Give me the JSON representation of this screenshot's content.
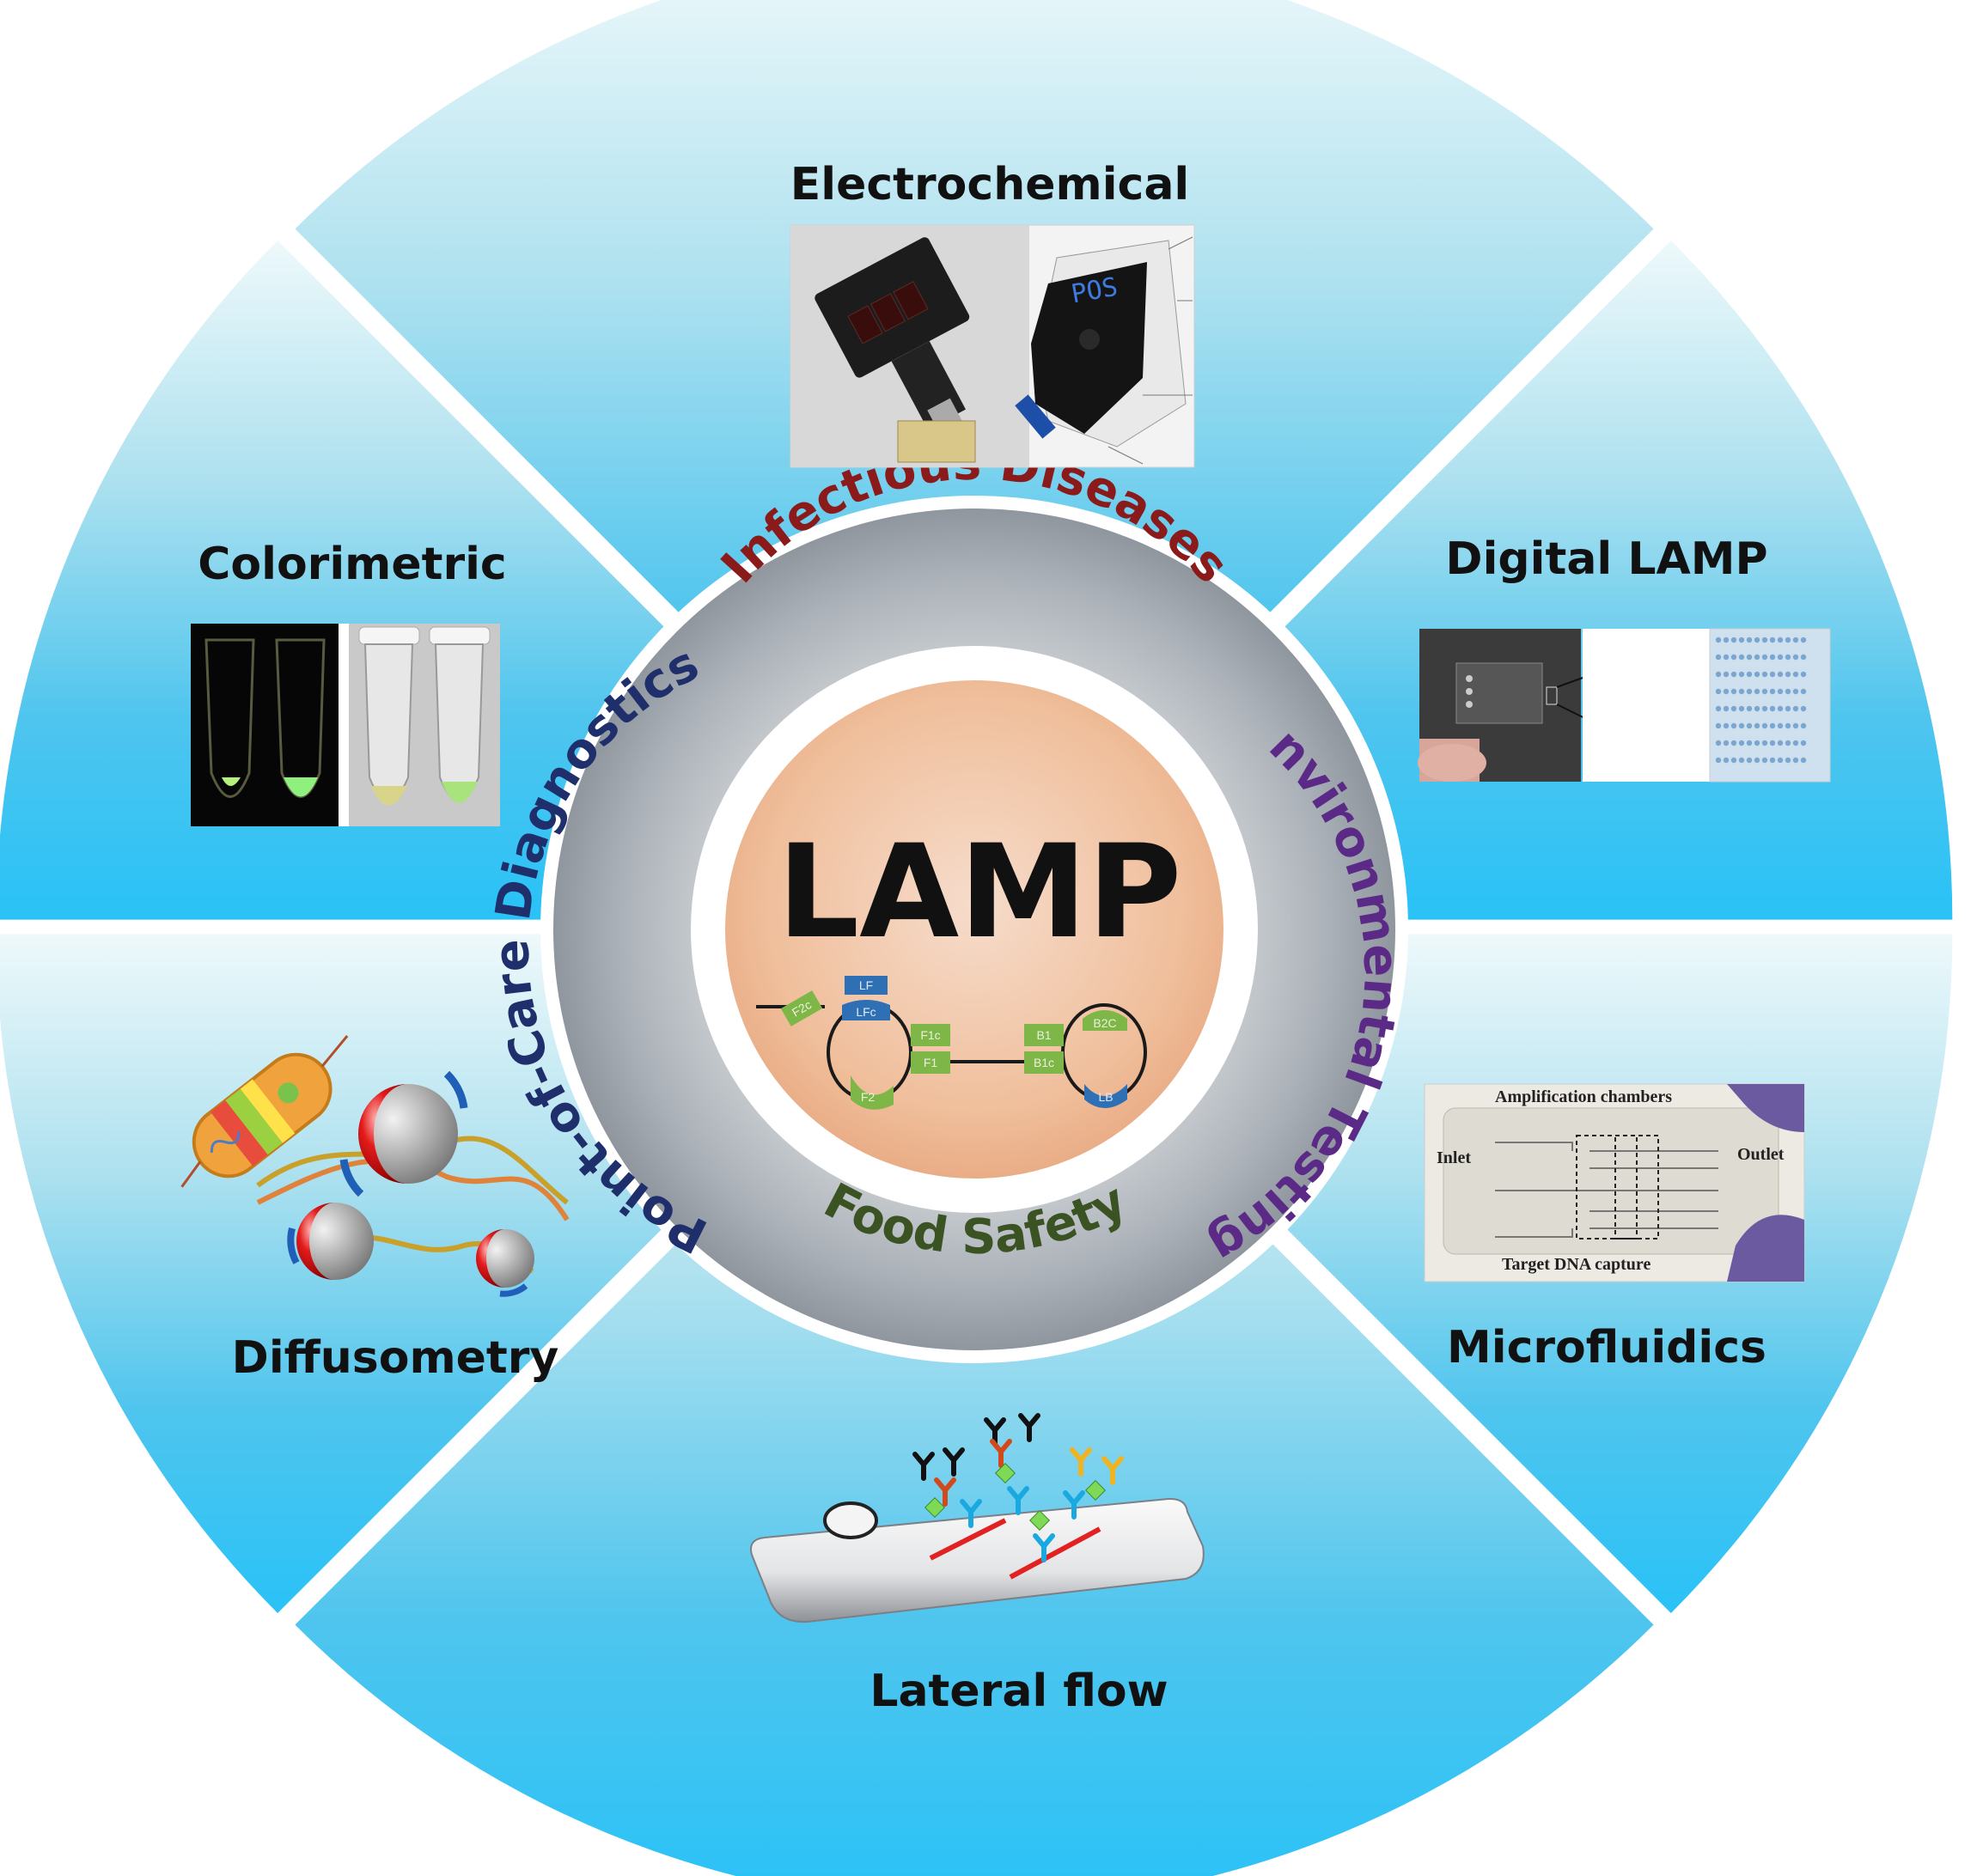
{
  "center": {
    "title": "LAMP",
    "primer_labels": [
      "F2c",
      "LF",
      "LFc",
      "F1c",
      "F1",
      "F2",
      "B1",
      "B1c",
      "B2C",
      "LB"
    ]
  },
  "applications": [
    {
      "label": "Infectious Diseases",
      "color": "#8b1a1a"
    },
    {
      "label": "Environmental Testing",
      "color": "#5b2a86"
    },
    {
      "label": "Food Safety",
      "color": "#3b5323"
    },
    {
      "label": "Point-of-Care Diagnostics",
      "color": "#1f2f6b"
    }
  ],
  "segments": {
    "electrochemical": "Electrochemical",
    "digital_lamp": "Digital LAMP",
    "microfluidics": "Microfluidics",
    "lateral_flow": "Lateral flow",
    "diffusometry": "Diffusometry",
    "colorimetric": "Colorimetric"
  },
  "images": {
    "device_display": "POS",
    "microfluidics_labels": {
      "amplification": "Amplification chambers",
      "inlet": "Inlet",
      "outlet": "Outlet",
      "capture": "Target DNA capture"
    }
  },
  "colors": {
    "segment_top": "#e8f6f9",
    "segment_bottom": "#27bff4",
    "ring": "#b9bec4",
    "center": "#f2c2a0"
  }
}
